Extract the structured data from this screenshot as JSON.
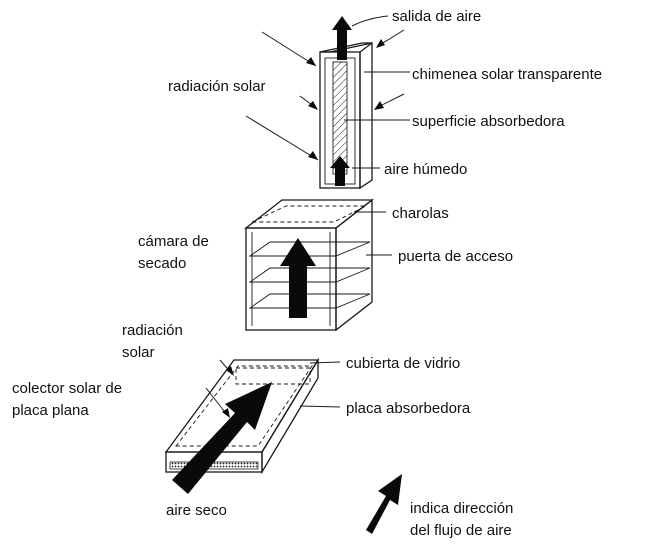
{
  "labels": {
    "salida_aire": "salida de aire",
    "radiacion_solar_top": "radiación solar",
    "chimenea": "chimenea solar transparente",
    "superficie": "superficie absorbedora",
    "aire_humedo": "aire húmedo",
    "charolas": "charolas",
    "camara_line1": "cámara de",
    "camara_line2": "secado",
    "puerta": "puerta de acceso",
    "radiacion_bottom_line1": "radiación",
    "radiacion_bottom_line2": "solar",
    "cubierta": "cubierta de vidrio",
    "colector_line1": "colector solar de",
    "colector_line2": "placa plana",
    "placa": "placa absorbedora",
    "aire_seco": "aire seco",
    "legend_line1": "indica dirección",
    "legend_line2": "del flujo de aire"
  }
}
